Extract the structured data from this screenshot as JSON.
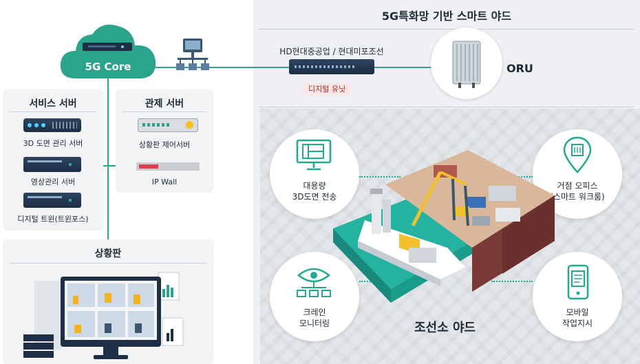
{
  "header": {
    "title": "5G특화망 기반 스마트 야드"
  },
  "cloud": {
    "label": "5G Core"
  },
  "digital_unit": {
    "company": "HD현대중공업 / 현대미포조선",
    "badge": "디지털 유닛"
  },
  "oru": {
    "label": "ORU"
  },
  "service_server": {
    "title": "서비스 서버",
    "items": [
      "3D 도면 관리 서버",
      "영상관리 서버",
      "디지털 트윈(트윈포스)"
    ]
  },
  "control_server": {
    "title": "관제 서버",
    "items": [
      "상황판 제어서버",
      "IP Wall"
    ]
  },
  "situation_board": {
    "title": "상황판"
  },
  "yard": {
    "label": "조선소 야드",
    "features": [
      {
        "icon": "blueprint-monitor-icon",
        "label1": "대용량",
        "label2": "3D도면 전송"
      },
      {
        "icon": "location-building-icon",
        "label1": "거점 오피스",
        "label2": "(스마트 워크룸)"
      },
      {
        "icon": "eye-network-icon",
        "label1": "크레인",
        "label2": "모니터링"
      },
      {
        "icon": "mobile-document-icon",
        "label1": "모바일",
        "label2": "작업지시"
      }
    ]
  },
  "colors": {
    "accent": "#2aa58c",
    "navy": "#1e2e44",
    "badge_red": "#b22222"
  }
}
